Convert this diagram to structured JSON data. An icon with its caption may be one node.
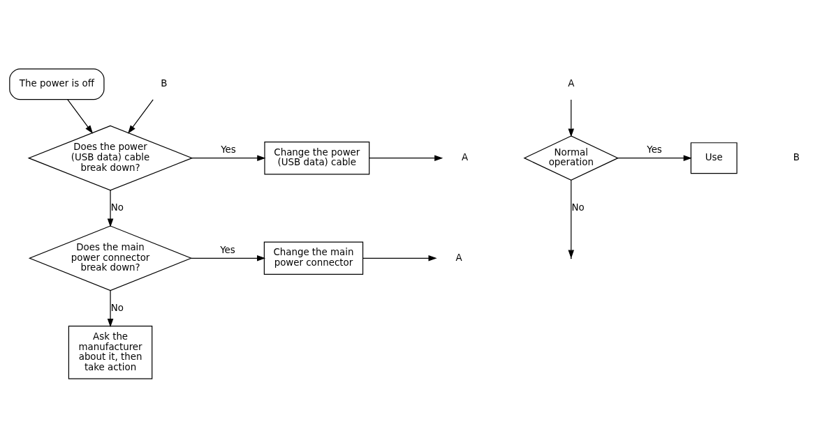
{
  "diagram": {
    "nodes": [
      {
        "text": [
          "The power is off"
        ]
      },
      {
        "text": [
          "Does the power (USB data) cable break down?"
        ]
      },
      {
        "text": [
          "Change the power (USB data) cable"
        ]
      },
      {
        "text": [
          "A"
        ]
      },
      {
        "text": [
          "Does the main power connector break down?"
        ]
      },
      {
        "text": [
          "Change the main power connector"
        ]
      },
      {
        "text": [
          "A"
        ]
      },
      {
        "text": [
          "Ask the manufacturer about it, then take action"
        ]
      },
      {
        "text": [
          "B"
        ]
      },
      {
        "text": [
          "A"
        ]
      },
      {
        "text": [
          "Normal operation"
        ]
      },
      {
        "text": [
          "Use"
        ]
      }
    ],
    "edges": [
      {
        "from": 0,
        "to": 1,
        "arrow": "to"
      },
      {
        "from": 8,
        "to": 1,
        "arrow": "to"
      },
      {
        "from": 1,
        "to": 2,
        "label": "Yes",
        "arrow": "to"
      },
      {
        "from": 2,
        "to": 3,
        "arrow": "to"
      },
      {
        "from": 1,
        "to": 4,
        "label": "No",
        "arrow": "to"
      },
      {
        "from": 4,
        "to": 5,
        "label": "Yes",
        "arrow": "to"
      },
      {
        "from": 5,
        "to": 6,
        "arrow": "to"
      },
      {
        "from": 4,
        "to": 7,
        "label": "No",
        "arrow": "to"
      },
      {
        "from": 9,
        "to": 10,
        "arrow": "to"
      },
      {
        "from": 10,
        "to": 11,
        "label": "Yes",
        "arrow": "to"
      },
      {
        "from": 10,
        "to": null,
        "label": "No",
        "arrow": "to"
      }
    ],
    "labels": [
      "B"
    ]
  }
}
